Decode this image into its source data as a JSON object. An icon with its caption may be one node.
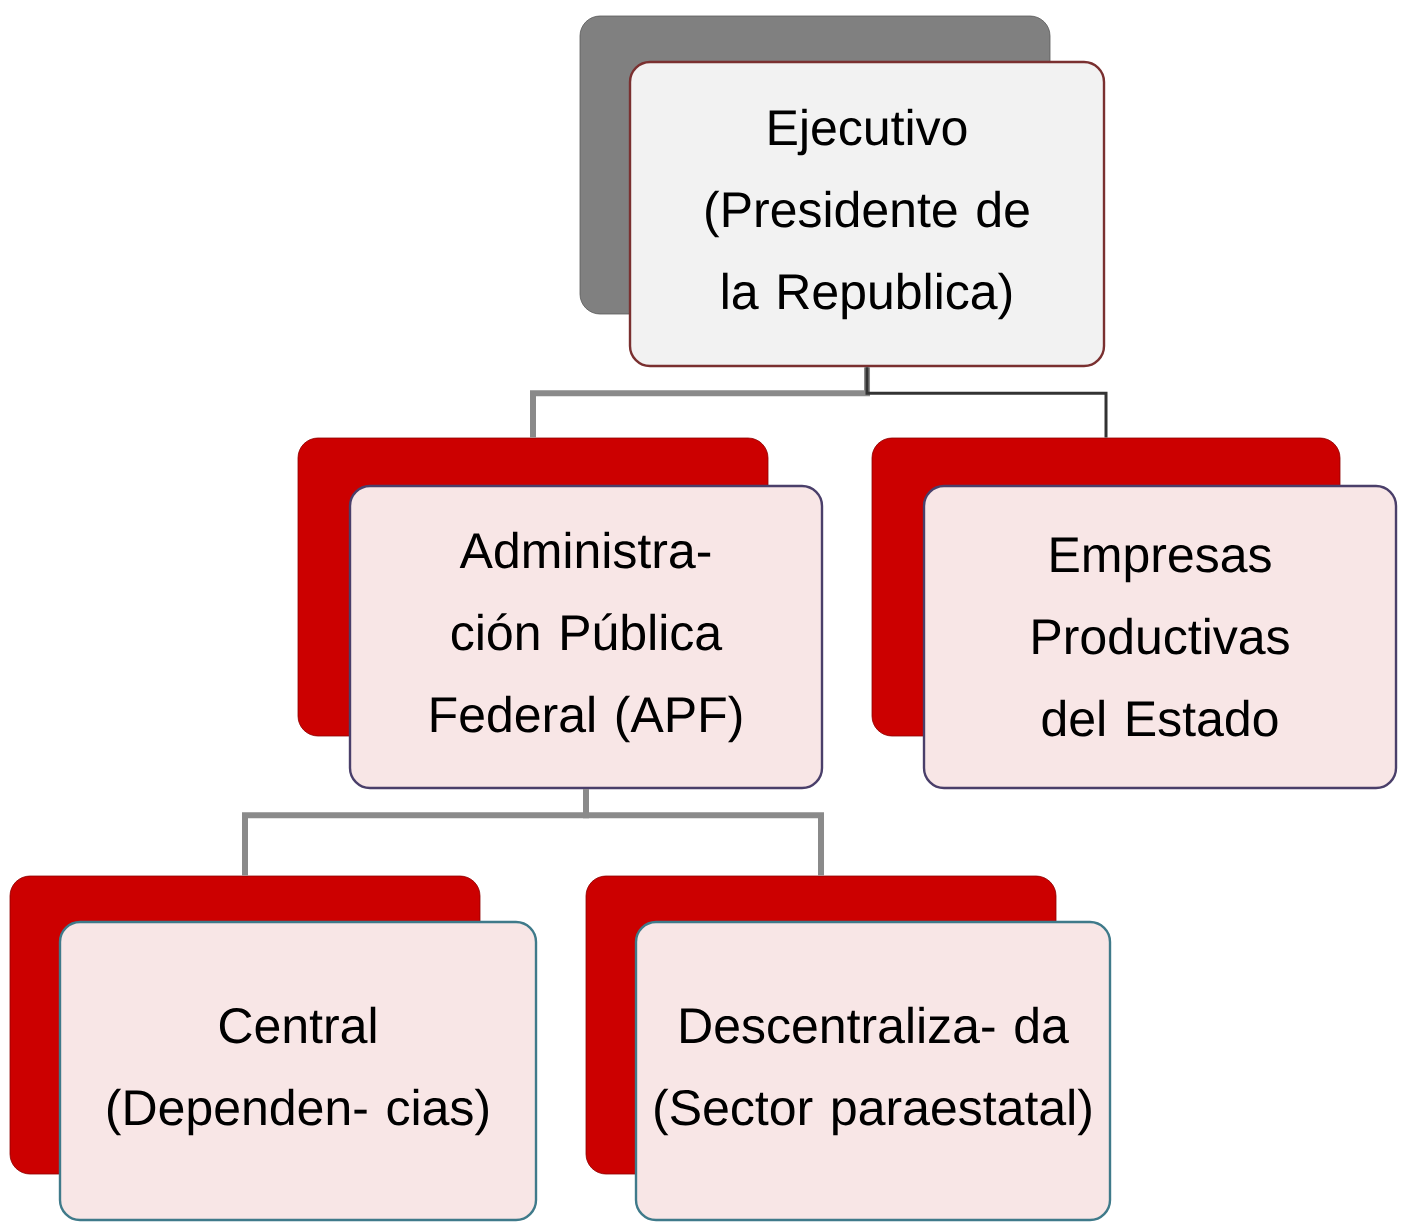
{
  "diagram": {
    "nodes": [
      {
        "text": [
          "Ejecutivo (Presidente de la Republica)"
        ]
      },
      {
        "text": [
          "Administra- ción Pública Federal (APF)"
        ]
      },
      {
        "text": [
          "Empresas Productivas del Estado"
        ]
      },
      {
        "text": [
          "Central (Dependen- cias)"
        ]
      },
      {
        "text": [
          "Descentraliza- da (Sector paraestatal)"
        ]
      }
    ],
    "edges": [
      {
        "from": 0,
        "to": 1,
        "arrow": "none"
      },
      {
        "from": 0,
        "to": 2,
        "arrow": "none",
        "color": "#333333"
      },
      {
        "from": 1,
        "to": 3,
        "arrow": "none"
      },
      {
        "from": 1,
        "to": 4,
        "arrow": "none"
      }
    ]
  }
}
